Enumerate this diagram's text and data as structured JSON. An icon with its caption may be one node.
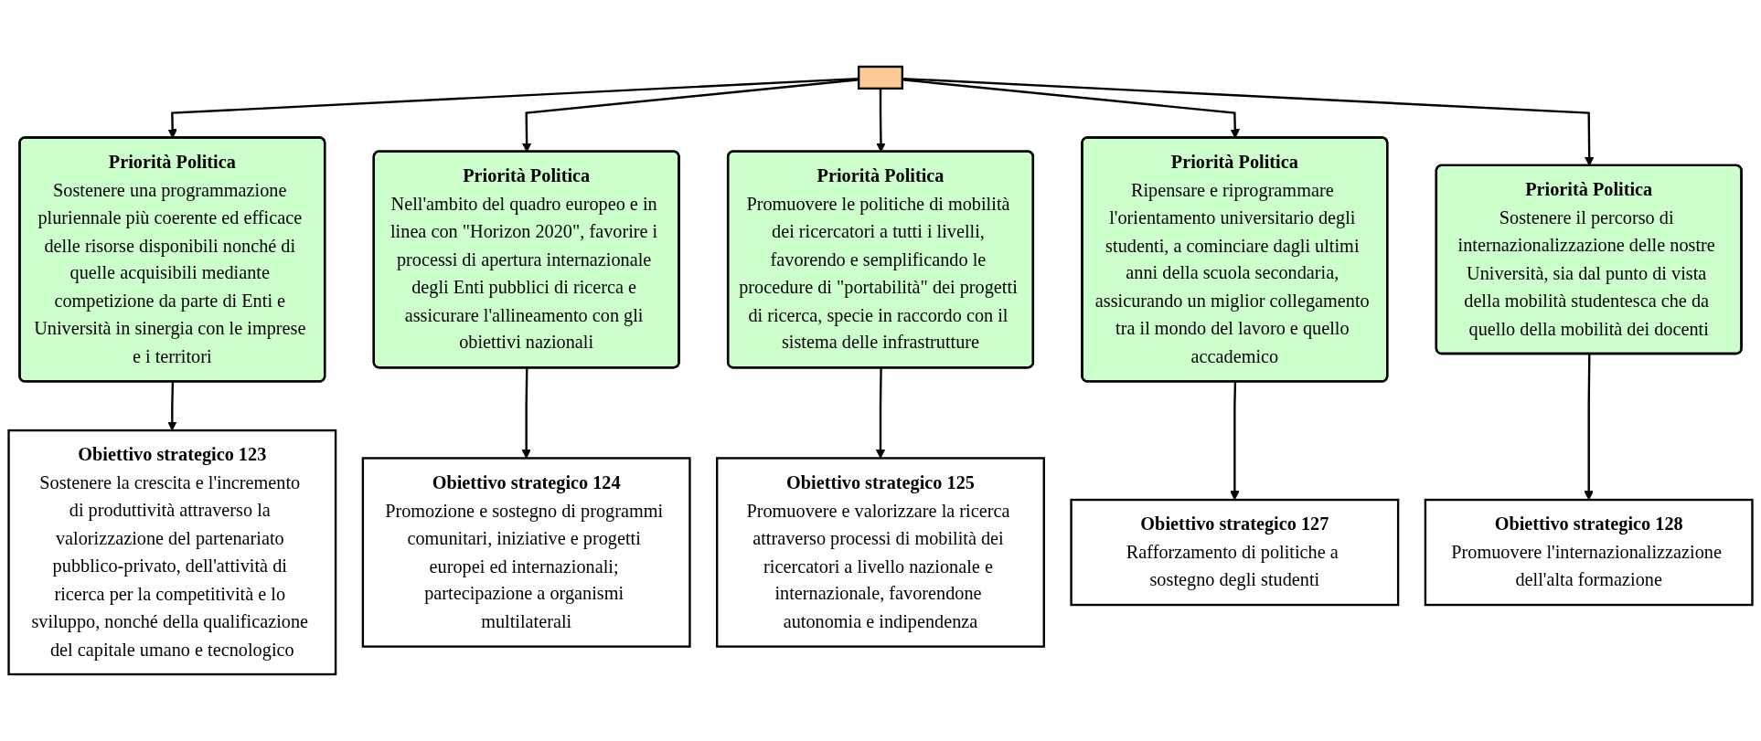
{
  "diagram": {
    "nodes": [
      {
        "text": [],
        "shape": "box"
      },
      {
        "text": [
          "Priorità Politica",
          "Sostenere una programmazione pluriennale più coerente ed efficace delle risorse disponibili nonché di quelle acquisibili mediante competizione da parte di Enti e Università in sinergia con le imprese e i territori"
        ]
      },
      {
        "text": [
          "Priorità Politica",
          "Nell'ambito del quadro europeo e in linea con \"Horizon 2020\", favorire i processi di apertura internazionale degli Enti pubblici di ricerca e assicurare l'allineamento con gli obiettivi nazionali"
        ]
      },
      {
        "text": [
          "Priorità Politica",
          "Promuovere le politiche di mobilità dei ricercatori a tutti i livelli, favorendo e semplificando le procedure di \"portabilità\" dei progetti di ricerca, specie in raccordo con il sistema delle infrastrutture"
        ]
      },
      {
        "text": [
          "Priorità Politica",
          "Ripensare e riprogrammare l'orientamento universitario degli studenti, a cominciare dagli ultimi anni della scuola secondaria, assicurando un miglior collegamento tra il mondo del lavoro e quello accademico"
        ]
      },
      {
        "text": [
          "Priorità Politica",
          "Sostenere il percorso di internazionalizzazione delle nostre Università, sia dal punto di vista della mobilità studentesca che da quello della mobilità dei docenti"
        ]
      },
      {
        "text": [
          "Obiettivo strategico 123",
          "Sostenere la crescita e l'incremento di produttività attraverso la valorizzazione del partenariato pubblico-privato, dell'attività di ricerca per la competitività e lo sviluppo, nonché della qualificazione del capitale umano e tecnologico"
        ]
      },
      {
        "text": [
          "Obiettivo strategico 124",
          "Promozione e sostegno di programmi comunitari, iniziative e progetti europei ed internazionali; partecipazione a organismi multilaterali"
        ]
      },
      {
        "text": [
          "Obiettivo strategico 125",
          "Promuovere e valorizzare la ricerca attraverso processi di mobilità dei ricercatori a livello nazionale e internazionale, favorendone autonomia e indipendenza"
        ]
      },
      {
        "text": [
          "Obiettivo strategico 127",
          "Rafforzamento di politiche a sostegno degli studenti"
        ]
      },
      {
        "text": [
          "Obiettivo strategico 128",
          "Promuovere l'internazionalizzazione dell'alta formazione"
        ]
      }
    ],
    "edges": [
      {
        "from": 0,
        "to": 1,
        "arrow": "to"
      },
      {
        "from": 0,
        "to": 2,
        "arrow": "to"
      },
      {
        "from": 0,
        "to": 3,
        "arrow": "to"
      },
      {
        "from": 0,
        "to": 4,
        "arrow": "to"
      },
      {
        "from": 0,
        "to": 5,
        "arrow": "to"
      },
      {
        "from": 1,
        "to": 6,
        "arrow": "to"
      },
      {
        "from": 2,
        "to": 7,
        "arrow": "to"
      },
      {
        "from": 3,
        "to": 8,
        "arrow": "to"
      },
      {
        "from": 4,
        "to": 9,
        "arrow": "to"
      },
      {
        "from": 5,
        "to": 10,
        "arrow": "to"
      }
    ]
  }
}
